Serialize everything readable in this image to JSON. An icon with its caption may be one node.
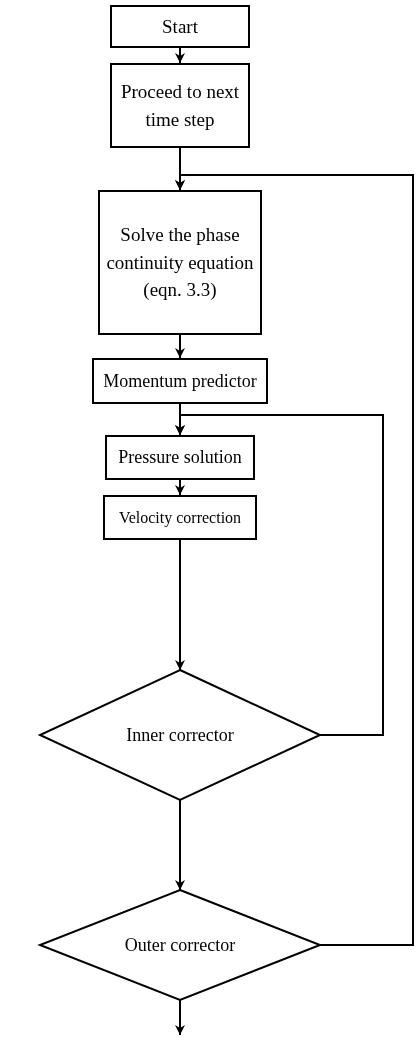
{
  "diagram": {
    "nodes": [
      {
        "text": [
          "Start"
        ]
      },
      {
        "text": [
          "Proceed to next time step"
        ]
      },
      {
        "text": [
          "Solve the phase continuity equation (eqn. 3.3)"
        ]
      },
      {
        "text": [
          "Momentum predictor"
        ]
      },
      {
        "text": [
          "Pressure solution"
        ]
      },
      {
        "text": [
          "Velocity correction"
        ]
      },
      {
        "text": [
          "Inner corrector"
        ]
      },
      {
        "text": [
          "Outer corrector"
        ]
      }
    ],
    "edges": [
      {
        "from": 0,
        "to": 1,
        "arrow": "to"
      },
      {
        "from": 1,
        "to": 2,
        "arrow": "to"
      },
      {
        "from": 2,
        "to": 3,
        "arrow": "to"
      },
      {
        "from": 3,
        "to": 4,
        "arrow": "to"
      },
      {
        "from": 4,
        "to": 5,
        "arrow": "to"
      },
      {
        "from": 5,
        "to": 6,
        "arrow": "to"
      },
      {
        "from": 6,
        "to": 4,
        "arrow": "to"
      },
      {
        "from": 6,
        "to": 7,
        "arrow": "to"
      },
      {
        "from": 7,
        "to": 2,
        "arrow": "to"
      },
      {
        "from": 7,
        "to": null,
        "arrow": "to"
      }
    ]
  }
}
